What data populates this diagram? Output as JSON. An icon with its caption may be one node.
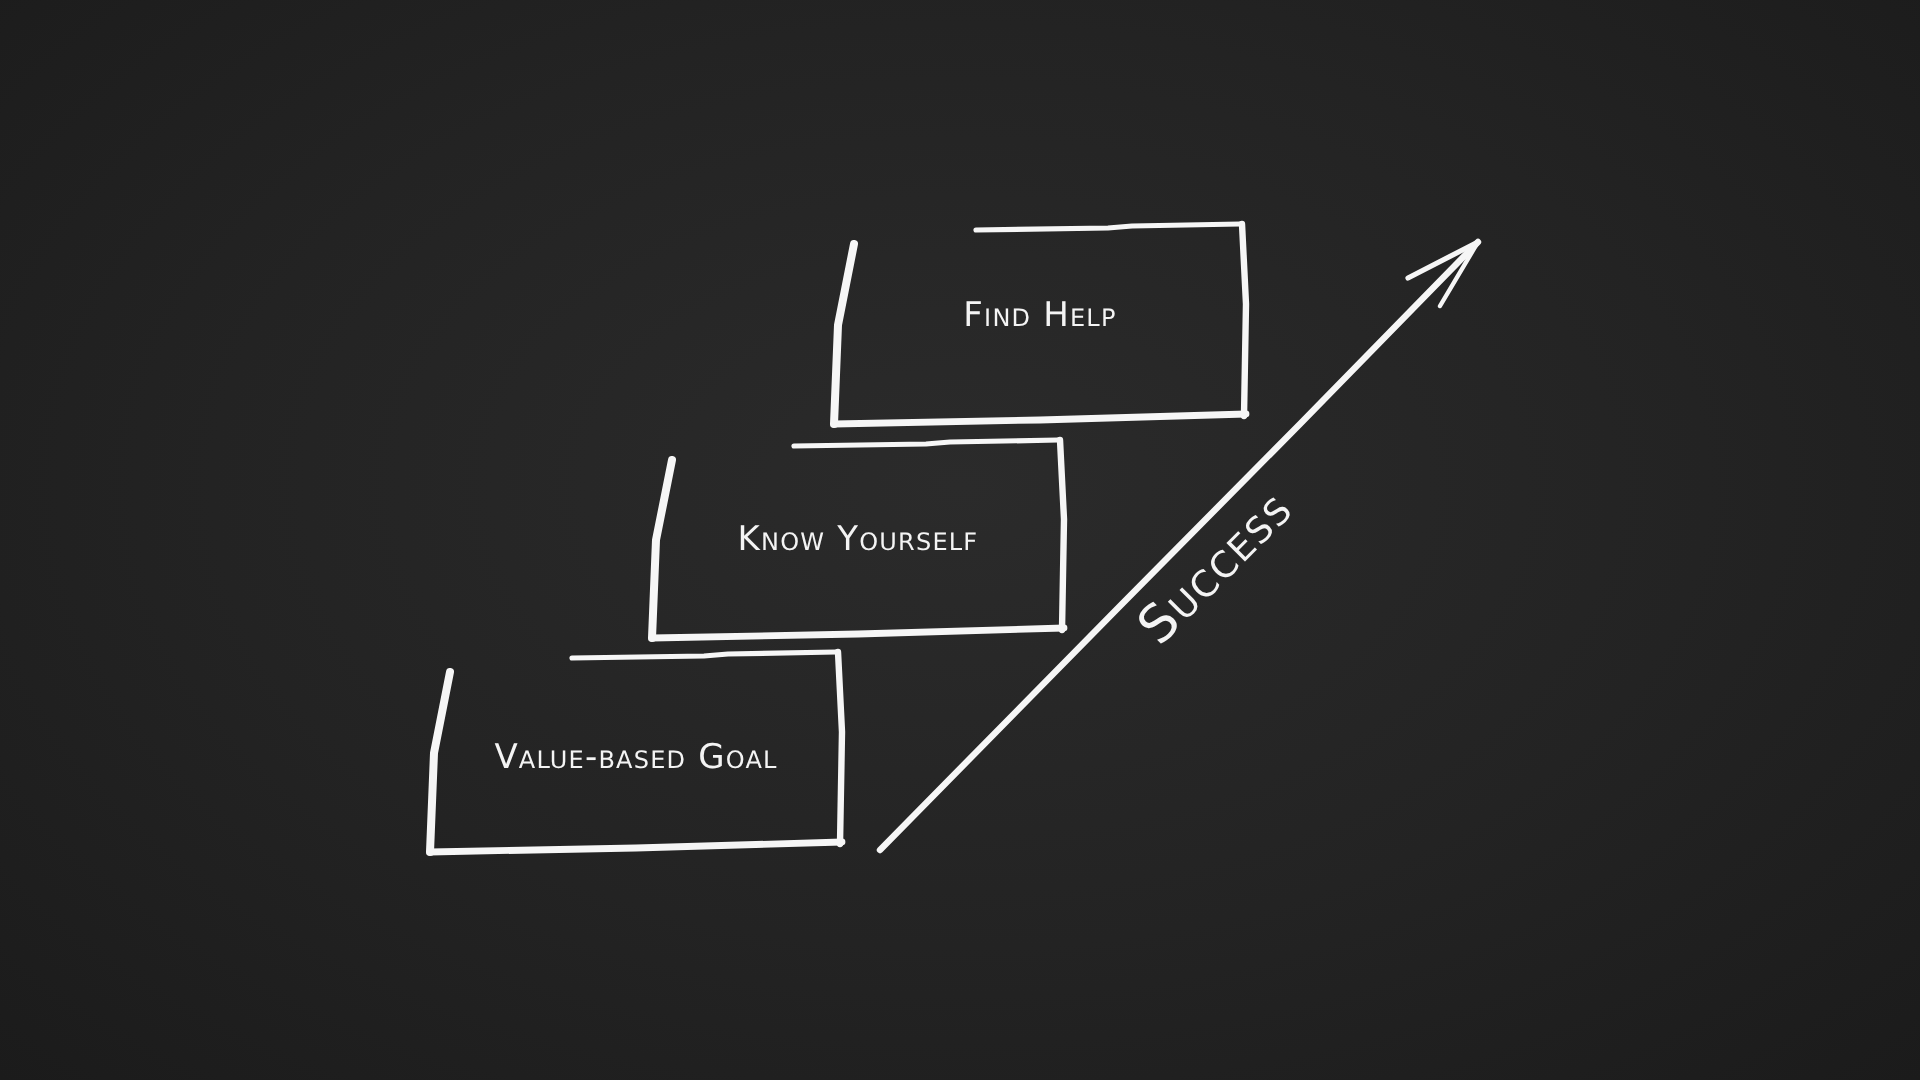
{
  "diagram": {
    "nodes": [
      {
        "text": [
          "Find Help"
        ]
      },
      {
        "text": [
          "Know Yourself"
        ]
      },
      {
        "text": [
          "Value-based Goal"
        ]
      }
    ],
    "labels": [
      "Success"
    ]
  }
}
